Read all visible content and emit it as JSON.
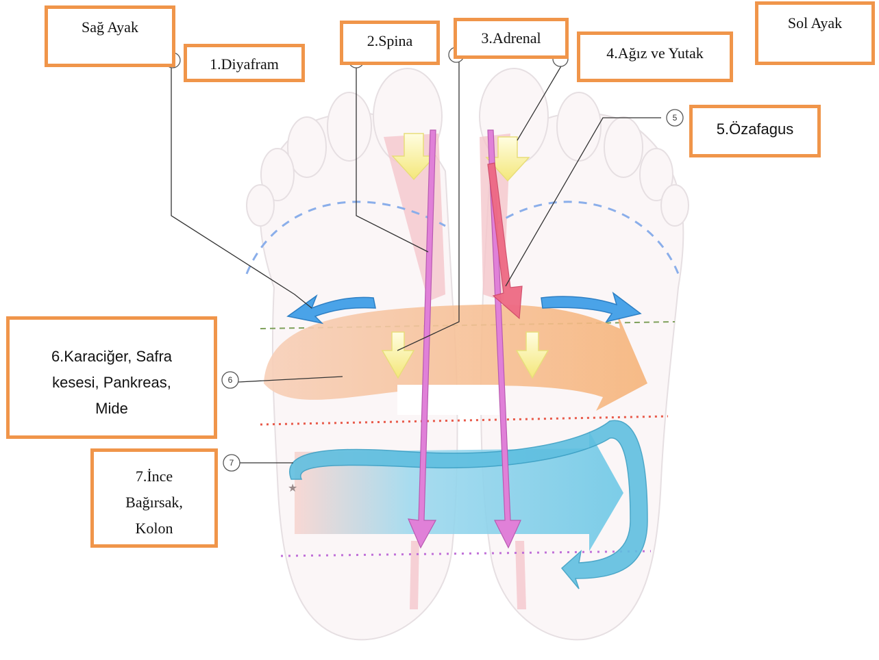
{
  "labels": {
    "right_foot": "Sağ Ayak",
    "left_foot": "Sol Ayak",
    "diaphragm": "1.Diyafram",
    "spine": "2.Spina",
    "adrenal": "3.Adrenal",
    "mouth_pharynx": "4.Ağız ve Yutak",
    "esophagus": "5.Özafagus",
    "liver_group_line1": "6.Karaciğer, Safra",
    "liver_group_line2": "kesesi, Pankreas,",
    "liver_group_line3": "Mide",
    "intestine_line1": "7.İnce",
    "intestine_line2": "Bağırsak,",
    "intestine_line3": "Kolon"
  },
  "markers": {
    "five": "5",
    "six": "6",
    "seven": "7"
  },
  "colors": {
    "box_border": "#f0954a",
    "spine_arrow": "#e080d8",
    "adrenal_arrow": "#e86a86",
    "flow_orange": "#f6b47a",
    "flow_blue": "#6ec8e6",
    "small_arrow_yellow": "#f4e77a"
  }
}
